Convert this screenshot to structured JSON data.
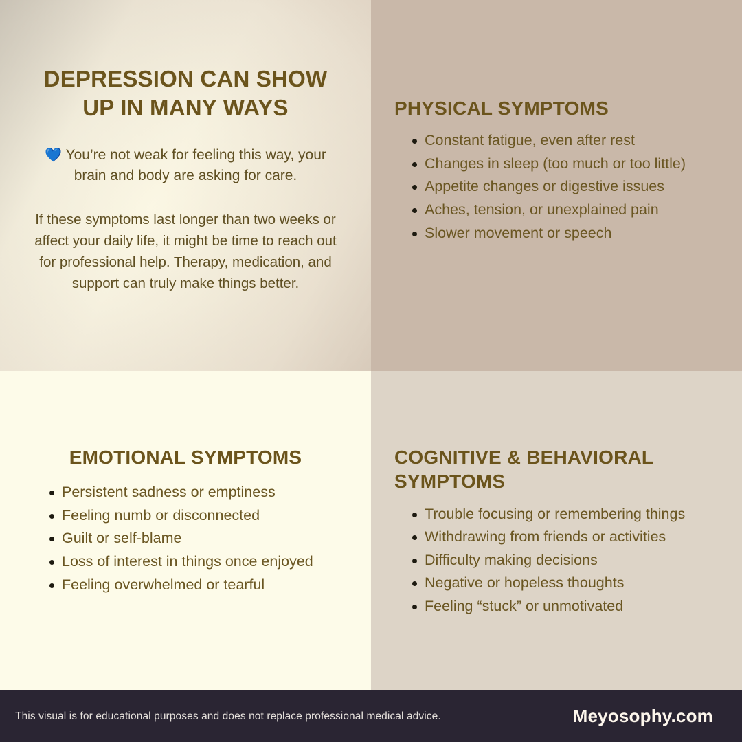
{
  "intro": {
    "title": "DEPRESSION CAN SHOW UP IN MANY WAYS",
    "heart_icon": "💙",
    "lead": "You’re not weak for feeling this way, your brain and body are asking for care.",
    "body": "If these symptoms last longer than two weeks or affect your daily life, it might be time to reach out for professional help.\nTherapy, medication, and support can truly make things better."
  },
  "physical": {
    "title": "PHYSICAL SYMPTOMS",
    "items": [
      "Constant fatigue, even after rest",
      "Changes in sleep (too much or too little)",
      "Appetite changes or digestive issues",
      "Aches, tension, or unexplained pain",
      "Slower movement or speech"
    ]
  },
  "emotional": {
    "title": "EMOTIONAL SYMPTOMS",
    "items": [
      "Persistent sadness or emptiness",
      "Feeling numb or disconnected",
      "Guilt or self-blame",
      "Loss of interest in things once enjoyed",
      "Feeling overwhelmed or tearful"
    ]
  },
  "cognitive": {
    "title": "COGNITIVE & BEHAVIORAL SYMPTOMS",
    "items": [
      "Trouble focusing or remembering things",
      "Withdrawing from friends or activities",
      "Difficulty making decisions",
      "Negative or hopeless thoughts",
      "Feeling “stuck” or unmotivated"
    ]
  },
  "footer": {
    "disclaimer": "This visual is for educational purposes and does not replace professional medical advice.",
    "brand": "Meyosophy.com"
  },
  "colors": {
    "heading": "#6b541c",
    "body_text": "#5f4f22",
    "list_text": "#6a5622",
    "bullet": "#1d1a10",
    "quad_physical_bg": "#c9b8a9",
    "quad_emotional_bg": "#fdfbe9",
    "quad_cognitive_bg": "#ddd4c7",
    "footer_bg": "#2a2533",
    "footer_text": "#e6e1dc",
    "brand_text": "#fdf6ec",
    "heart": "#7ecdf2"
  }
}
